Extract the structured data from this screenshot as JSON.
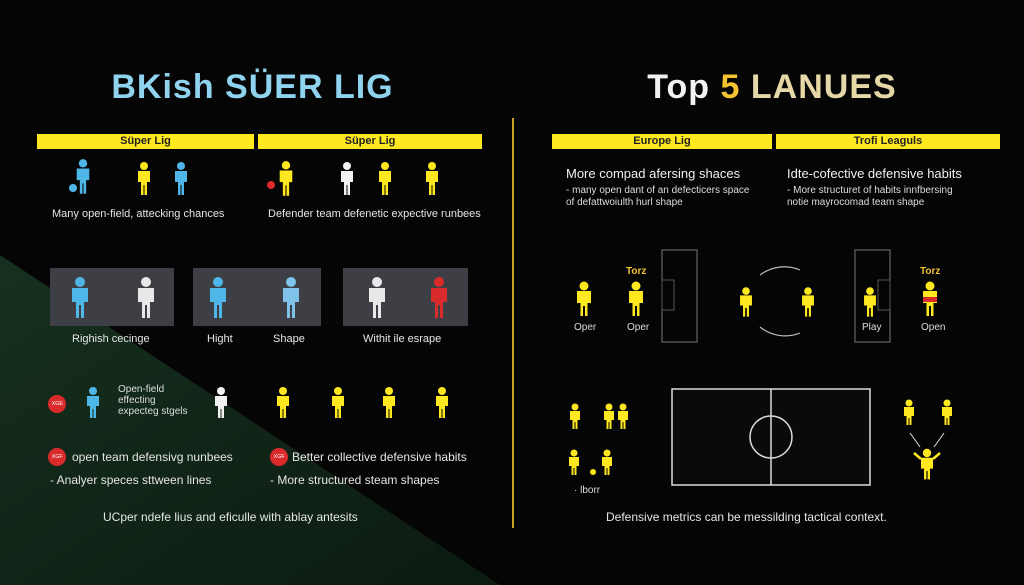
{
  "left": {
    "title": "BKish SÜER LIG",
    "bar1": "Süper Lig",
    "bar2": "Süper Lig",
    "cap1": "Many open-field, attecking chances",
    "cap2": "Defender team defenetic expective runbees",
    "panel_caps": [
      "Righish cecinge",
      "Hight",
      "Shape",
      "Withit ile esrape"
    ],
    "row3_badge": "XGE",
    "row3_text": [
      "Open-field",
      "effecting",
      "expecteg stgels"
    ],
    "note1_badge": "XGF",
    "note1": "open team defensivg nunbees",
    "note2_badge": "XGF",
    "note2": "Better collective defensive habits",
    "bullet1": "- Analyer speces sttween lines",
    "bullet2": "- More structured steam shapes",
    "footer": "UCper ndefe lius and eficulle with ablay antesits"
  },
  "right": {
    "title_w1": "Top",
    "title_w2": "5",
    "title_w3": "LANUES",
    "bar1": "Europe Lig",
    "bar2": "Trofi Leaguls",
    "head1": "More compad afersing shaces",
    "sub1a": "- many open dant of an defecticers space",
    "sub1b": "of defattwoiulth hurl shape",
    "head2": "Idte-cofective defensive habits",
    "sub2a": "- More structuret of habits innfbersing",
    "sub2b": "notie mayrocomad team shape",
    "torz_left": "Torz",
    "torz_right": "Torz",
    "pitch_labels": [
      "Oper",
      "Oper",
      "Play",
      "Open"
    ],
    "bottom_label": "· lborr",
    "footer": "Defensive metrics can be messilding tactical context."
  },
  "colors": {
    "yellow": "#ffe81f",
    "blue": "#4fb6e8",
    "red": "#d92b2b",
    "white": "#f2f2f2",
    "gold": "#f4c430"
  }
}
